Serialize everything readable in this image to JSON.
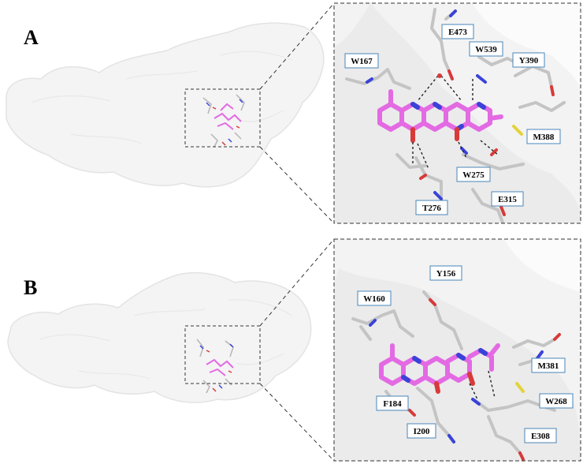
{
  "panels": [
    {
      "letter": "A",
      "residues": [
        "E473",
        "W539",
        "Y390",
        "W167",
        "M388",
        "W275",
        "E315",
        "T276"
      ]
    },
    {
      "letter": "B",
      "residues": [
        "Y156",
        "W160",
        "M381",
        "W268",
        "F184",
        "I200",
        "E308"
      ]
    }
  ],
  "colors": {
    "ligand": "#e36ae3",
    "nitrogen": "#3a43d8",
    "oxygen": "#d83a3a",
    "sulfur": "#e3d23a",
    "residue": "#c9c9c9",
    "label_border": "#4a86b8",
    "surface": "#f2f2f2"
  }
}
